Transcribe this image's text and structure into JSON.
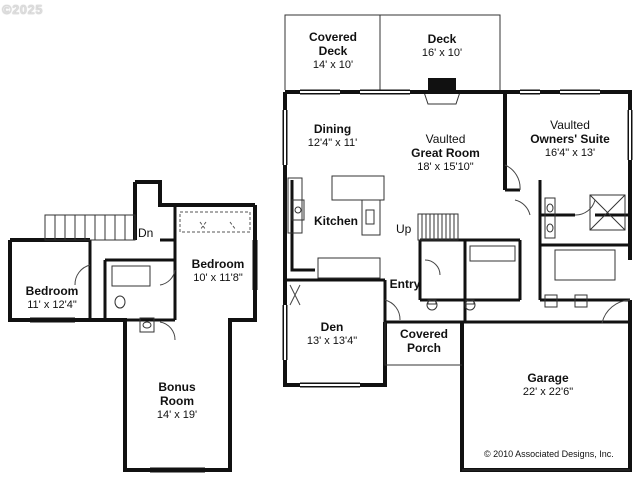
{
  "watermark": "©2025",
  "rooms": {
    "covered_deck": {
      "name1": "Covered",
      "name2": "Deck",
      "dim": "14' x 10'"
    },
    "deck": {
      "name": "Deck",
      "dim": "16' x 10'"
    },
    "dining": {
      "name": "Dining",
      "dim": "12'4\" x 11'"
    },
    "great_room": {
      "pre": "Vaulted",
      "name": "Great Room",
      "dim": "18' x 15'10\""
    },
    "owners_suite": {
      "pre": "Vaulted",
      "name": "Owners' Suite",
      "dim": "16'4\" x 13'"
    },
    "kitchen": {
      "name": "Kitchen"
    },
    "entry": {
      "name": "Entry"
    },
    "den": {
      "name": "Den",
      "dim": "13' x 13'4\""
    },
    "covered_porch": {
      "name1": "Covered",
      "name2": "Porch"
    },
    "garage": {
      "name": "Garage",
      "dim": "22' x 22'6\""
    },
    "bedroom_left": {
      "name": "Bedroom",
      "dim": "11' x 12'4\""
    },
    "bedroom_right": {
      "name": "Bedroom",
      "dim": "10' x 11'8\""
    },
    "bonus_room": {
      "name1": "Bonus",
      "name2": "Room",
      "dim": "14' x 19'"
    }
  },
  "stairs": {
    "up": "Up",
    "down": "Dn"
  },
  "copyright": "© 2010 Associated Designs, Inc."
}
